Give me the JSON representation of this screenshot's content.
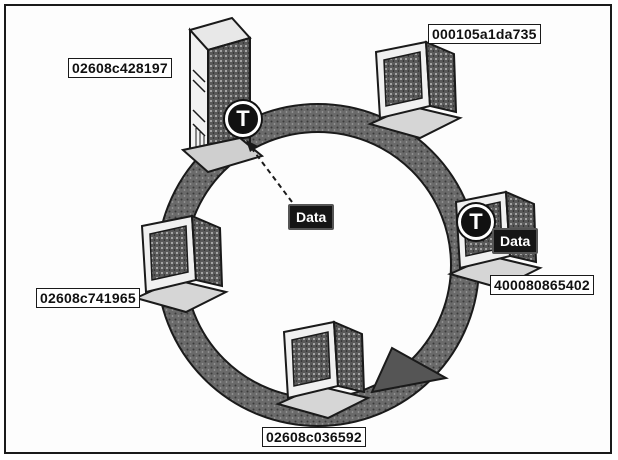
{
  "nodes": [
    {
      "id": "server",
      "address": "02608c428197"
    },
    {
      "id": "pc-top-right",
      "address": "000105a1da735"
    },
    {
      "id": "pc-right",
      "address": "400080865402"
    },
    {
      "id": "pc-bottom",
      "address": "02608c036592"
    },
    {
      "id": "pc-left",
      "address": "02608c741965"
    }
  ],
  "token_glyph": "T",
  "data_label": "Data",
  "colors": {
    "ring": "#5e5e5e",
    "ink": "#1a1a1a",
    "background": "#ffffff"
  }
}
